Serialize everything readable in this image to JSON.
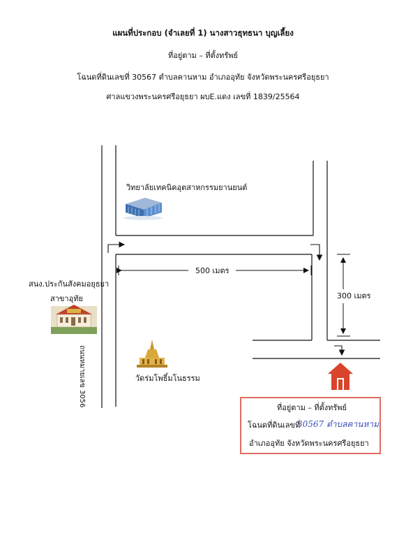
{
  "header": {
    "title": "แผนที่ประกอบ  (จำเลยที่ 1) นางสาวธุทธนา  บุญเลี้ยง",
    "subtitle": "ที่อยู่ตาม – ที่ตั้งทรัพย์",
    "deed_line": "โฉนดที่ดินเลขที่ 30567 ตำบลคานหาม อำเภออุทัย จังหวัดพระนครศรีอยุธยา",
    "court_line": "ศาลแขวงพระนครศรีอยุธยา ผบE.แดง เลขที่ 1839/25564"
  },
  "map": {
    "college_label": "วิทยาลัยเทคนิคอุตสาหกรรมยานยนต์",
    "social_security_label": "สนง.ประกันสังคมอยุธยา",
    "branch_label": "สาขาอุทัย",
    "temple_label": "วัดร่มโพธิ์มโนธรรม",
    "road_label": "ถนนหมายเลข 3056",
    "distance_horizontal": "500 เมตร",
    "distance_vertical": "300 เมตร"
  },
  "legend": {
    "line1": "ที่อยู่ตาม – ที่ตั้งทรัพย์",
    "line2_prefix": "โฉนดที่ดินเลขที่",
    "line2_handwritten": "30567  ตำบลคานหาม",
    "line3": "อำเภออุทัย จังหวัดพระนครศรีอยุธยา"
  },
  "colors": {
    "house_red": "#d9442a",
    "legend_border": "#e06c5f",
    "handwriting": "#3b4fb8"
  }
}
